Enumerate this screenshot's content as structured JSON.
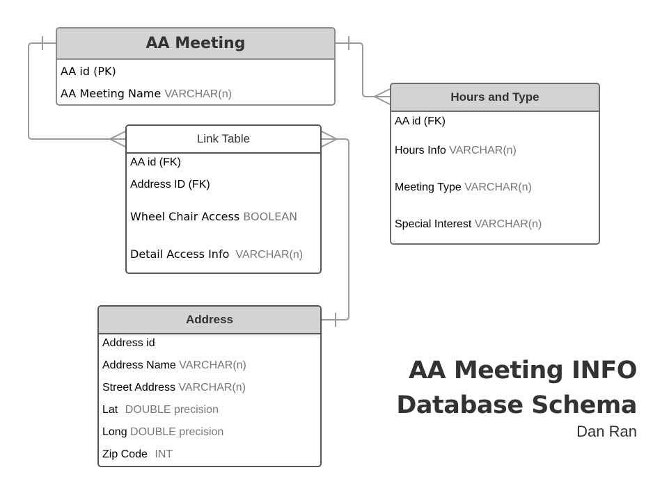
{
  "entities": {
    "aa_meeting": {
      "title": "AA Meeting",
      "rows": [
        {
          "name": "AA id (PK)",
          "type": ""
        },
        {
          "name": "AA Meeting Name",
          "type": "VARCHAR(n)"
        }
      ]
    },
    "hours_and_type": {
      "title": "Hours and Type",
      "rows": [
        {
          "name": "AA id (FK)",
          "type": ""
        },
        {
          "name": "Hours Info",
          "type": "VARCHAR(n)"
        },
        {
          "name": "Meeting Type",
          "type": "VARCHAR(n)"
        },
        {
          "name": "Special Interest",
          "type": "VARCHAR(n)"
        }
      ]
    },
    "link_table": {
      "title": "Link Table",
      "rows": [
        {
          "name": "AA id (FK)",
          "type": ""
        },
        {
          "name": "Address ID (FK)",
          "type": ""
        },
        {
          "name": "Wheel Chair Access",
          "type": "BOOLEAN"
        },
        {
          "name": "Detail Access Info",
          "type": "VARCHAR(n)"
        }
      ]
    },
    "address": {
      "title": "Address",
      "rows": [
        {
          "name": "Address id",
          "type": ""
        },
        {
          "name": "Address Name",
          "type": "VARCHAR(n)"
        },
        {
          "name": "Street Address",
          "type": "VARCHAR(n)"
        },
        {
          "name": "Lat",
          "type": "DOUBLE precision"
        },
        {
          "name": "Long",
          "type": "DOUBLE precision"
        },
        {
          "name": "Zip Code",
          "type": "INT"
        }
      ]
    }
  },
  "relationships": [
    {
      "from": "AA Meeting",
      "to": "Hours and Type",
      "from_cardinality": "one",
      "to_cardinality": "many"
    },
    {
      "from": "AA Meeting",
      "to": "Link Table",
      "from_cardinality": "one",
      "to_cardinality": "many"
    },
    {
      "from": "Address",
      "to": "Link Table",
      "from_cardinality": "one",
      "to_cardinality": "many"
    }
  ],
  "diagram_title": {
    "line1": "AA Meeting INFO",
    "line2": "Database Schema",
    "author": "Dan Ran"
  },
  "colors": {
    "header_fill": "#d3d3d3",
    "border_dark": "#555555",
    "border_light": "#8c8c8c",
    "type_text": "#777777",
    "connector": "#9a9a9a"
  }
}
